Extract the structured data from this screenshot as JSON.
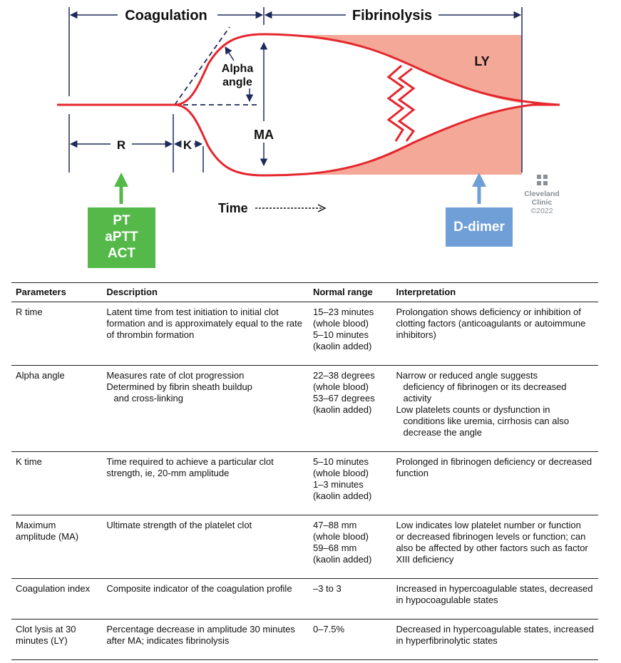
{
  "diagram": {
    "phase_coagulation": "Coagulation",
    "phase_fibrinolysis": "Fibrinolysis",
    "alpha_line1": "Alpha",
    "alpha_line2": "angle",
    "ma": "MA",
    "ly": "LY",
    "r": "R",
    "k": "K",
    "time": "Time",
    "colors": {
      "curve": "#e5262d",
      "lysis_fill": "#f4a898",
      "arrow": "#1f2a5c",
      "green": "#54b948",
      "blue": "#6f9fd6"
    }
  },
  "tests_box": {
    "lines": [
      "PT",
      "aPTT",
      "ACT"
    ]
  },
  "ddimer_box": {
    "label": "D-dimer"
  },
  "logo": {
    "line1": "Cleveland",
    "line2": "Clinic",
    "copyright": "©2022"
  },
  "table": {
    "headers": [
      "Parameters",
      "Description",
      "Normal range",
      "Interpretation"
    ],
    "rows": [
      {
        "param": [
          "R time"
        ],
        "desc": [
          "Latent time from test initiation to initial clot",
          "formation and is approximately equal to the rate",
          "of thrombin formation"
        ],
        "range": [
          "15–23 minutes",
          "(whole blood)",
          "5–10 minutes",
          "(kaolin added)"
        ],
        "interp": [
          "Prolongation shows deficiency or inhibition of",
          "clotting factors (anticoagulants or autoimmune",
          "inhibitors)"
        ]
      },
      {
        "param": [
          "Alpha angle"
        ],
        "desc": [
          "Measures rate of clot progression",
          "Determined by fibrin sheath buildup",
          "  and cross-linking"
        ],
        "range": [
          "22–38 degrees",
          "(whole blood)",
          "53–67 degrees",
          "(kaolin added)"
        ],
        "interp": [
          "Narrow or reduced angle suggests",
          "  deficiency of fibrinogen or its decreased",
          "  activity",
          "Low platelets counts or dysfunction in",
          "  conditions like uremia, cirrhosis can also",
          "  decrease the angle"
        ]
      },
      {
        "param": [
          "K time"
        ],
        "desc": [
          "Time required to achieve a particular clot",
          "strength, ie, 20-mm amplitude"
        ],
        "range": [
          "5–10 minutes",
          "(whole blood)",
          "1–3 minutes",
          "(kaolin added)"
        ],
        "interp": [
          "Prolonged in fibrinogen deficiency or decreased",
          "function"
        ]
      },
      {
        "param": [
          "Maximum",
          "amplitude (MA)"
        ],
        "desc": [
          "Ultimate strength of the platelet clot"
        ],
        "range": [
          "47–88 mm",
          "(whole blood)",
          "59–68 mm",
          "(kaolin added)"
        ],
        "interp": [
          "Low indicates low platelet number or function",
          "or decreased fibrinogen levels or function; can",
          "also be affected by other factors such as factor",
          "XIII deficiency"
        ]
      },
      {
        "param": [
          "Coagulation index"
        ],
        "desc": [
          "Composite indicator of the coagulation profile"
        ],
        "range": [
          "–3 to 3"
        ],
        "interp": [
          "Increased in hypercoagulable states, decreased",
          "in hypocoagulable states"
        ]
      },
      {
        "param": [
          "Clot lysis at 30",
          "minutes (LY)"
        ],
        "desc": [
          "Percentage decrease in amplitude 30 minutes",
          "after MA; indicates fibrinolysis"
        ],
        "range": [
          "0–7.5%"
        ],
        "interp": [
          "Decreased in hypercoagulable states, increased",
          "in hyperfibrinolytic states"
        ]
      }
    ]
  }
}
